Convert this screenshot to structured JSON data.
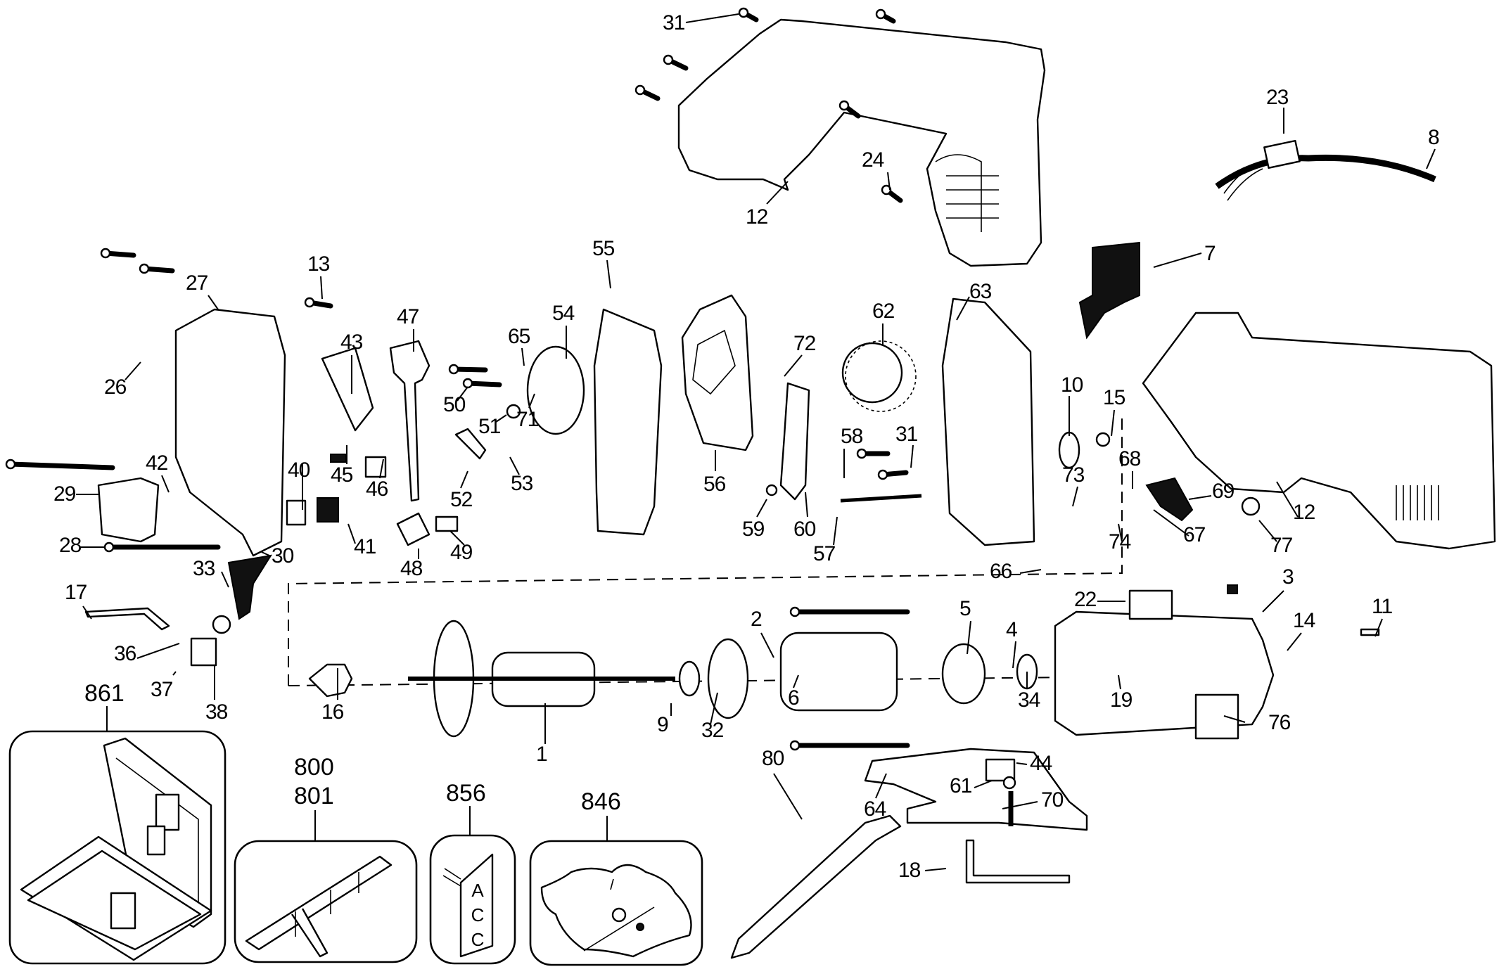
{
  "diagram": {
    "type": "exploded-parts-view",
    "subject": "jig saw",
    "line_color": "#000000",
    "background": "#ffffff",
    "part_labels": [
      "31",
      "24",
      "12",
      "23",
      "8",
      "7",
      "13",
      "27",
      "26",
      "43",
      "47",
      "65",
      "54",
      "50",
      "51",
      "71",
      "55",
      "56",
      "72",
      "62",
      "63",
      "10",
      "15",
      "29",
      "42",
      "45",
      "46",
      "40",
      "41",
      "52",
      "53",
      "58",
      "31",
      "60",
      "59",
      "57",
      "73",
      "68",
      "69",
      "67",
      "74",
      "12",
      "77",
      "28",
      "30",
      "48",
      "49",
      "33",
      "66",
      "17",
      "36",
      "37",
      "38",
      "16",
      "1",
      "9",
      "32",
      "2",
      "5",
      "4",
      "34",
      "22",
      "3",
      "14",
      "11",
      "6",
      "19",
      "64",
      "76",
      "44",
      "61",
      "70",
      "18",
      "80"
    ],
    "kits": [
      {
        "id": "861",
        "label": "861",
        "description": "carrying case"
      },
      {
        "id": "800-801",
        "label_lines": [
          "800",
          "801"
        ],
        "description": "blade / clamp accessory"
      },
      {
        "id": "856",
        "label": "856",
        "description": "label card",
        "card_letters": [
          "A",
          "C",
          "C"
        ]
      },
      {
        "id": "846",
        "label": "846",
        "description": "hardware bag"
      }
    ]
  }
}
